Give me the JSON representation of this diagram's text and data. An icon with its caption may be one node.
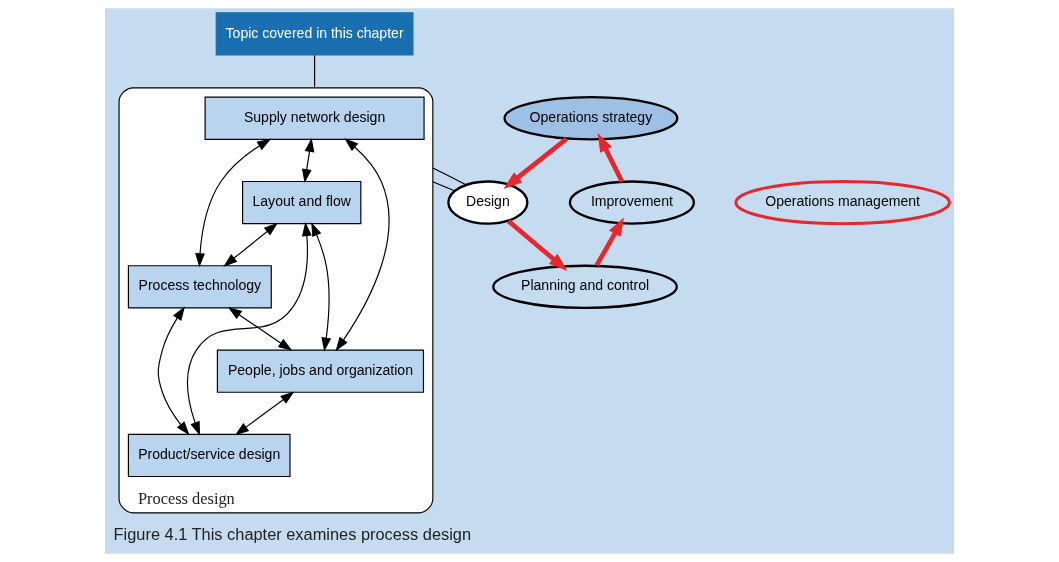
{
  "diagram": {
    "caption": "Figure 4.1 This chapter examines process design",
    "nodes": [
      {
        "text": [
          "Topic covered in this chapter"
        ]
      },
      {
        "text": [
          "Process design"
        ]
      },
      {
        "text": [
          "Supply network design"
        ],
        "in": 1
      },
      {
        "text": [
          "Layout and flow"
        ],
        "in": 1
      },
      {
        "text": [
          "Process technology"
        ],
        "in": 1
      },
      {
        "text": [
          "People, jobs and organization"
        ],
        "in": 1
      },
      {
        "text": [
          "Product/service design"
        ],
        "in": 1
      },
      {
        "text": [
          "Operations strategy"
        ]
      },
      {
        "text": [
          "Design"
        ]
      },
      {
        "text": [
          "Operations management"
        ]
      },
      {
        "text": [
          "Improvement"
        ]
      },
      {
        "text": [
          "Planning and control"
        ]
      }
    ],
    "edges": [
      {
        "from": 0,
        "to": 1,
        "arrow": "none"
      },
      {
        "from": 2,
        "to": 4,
        "arrow": "both"
      },
      {
        "from": 2,
        "to": 3,
        "arrow": "both"
      },
      {
        "from": 2,
        "to": 5,
        "arrow": "both"
      },
      {
        "from": 3,
        "to": 4,
        "arrow": "both"
      },
      {
        "from": 3,
        "to": 5,
        "arrow": "both"
      },
      {
        "from": 3,
        "to": 6,
        "arrow": "both"
      },
      {
        "from": 4,
        "to": 5,
        "arrow": "both"
      },
      {
        "from": 4,
        "to": 6,
        "arrow": "both"
      },
      {
        "from": 5,
        "to": 6,
        "arrow": "both"
      },
      {
        "from": 1,
        "to": 8,
        "arrow": "none"
      },
      {
        "from": 1,
        "to": 8,
        "arrow": "none"
      },
      {
        "from": 7,
        "to": 8,
        "arrow": "to",
        "color": "#e8262b",
        "style": "thick"
      },
      {
        "from": 8,
        "to": 11,
        "arrow": "to",
        "color": "#e8262b",
        "style": "thick"
      },
      {
        "from": 11,
        "to": 10,
        "arrow": "to",
        "color": "#e8262b",
        "style": "thick"
      },
      {
        "from": 10,
        "to": 7,
        "arrow": "to",
        "color": "#e8262b",
        "style": "thick"
      }
    ]
  }
}
